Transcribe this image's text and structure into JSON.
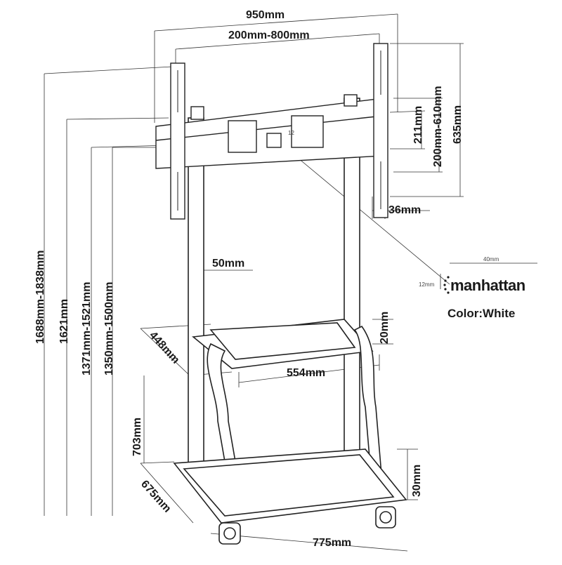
{
  "dimensions": {
    "overall_width": "950mm",
    "vesa_width": "200mm-800mm",
    "vesa_height": "200mm-610mm",
    "bracket_height": "635mm",
    "bracket_strip": "211mm",
    "bracket_depth": "36mm",
    "column_width": "50mm",
    "total_height": "1688mm-1838mm",
    "height_1621": "1621mm",
    "height_1371": "1371mm-1521mm",
    "height_1350": "1350mm-1500mm",
    "shelf_depth": "448mm",
    "shelf_thickness": "20mm",
    "shelf_width": "554mm",
    "shelf_height": "703mm",
    "base_depth": "675mm",
    "base_height": "30mm",
    "base_width": "775mm",
    "bracket_label": "12"
  },
  "logo_block": {
    "brand": "manhattan",
    "width_dim": "40mm",
    "height_dim": "12mm",
    "color_text": "Color:White"
  }
}
